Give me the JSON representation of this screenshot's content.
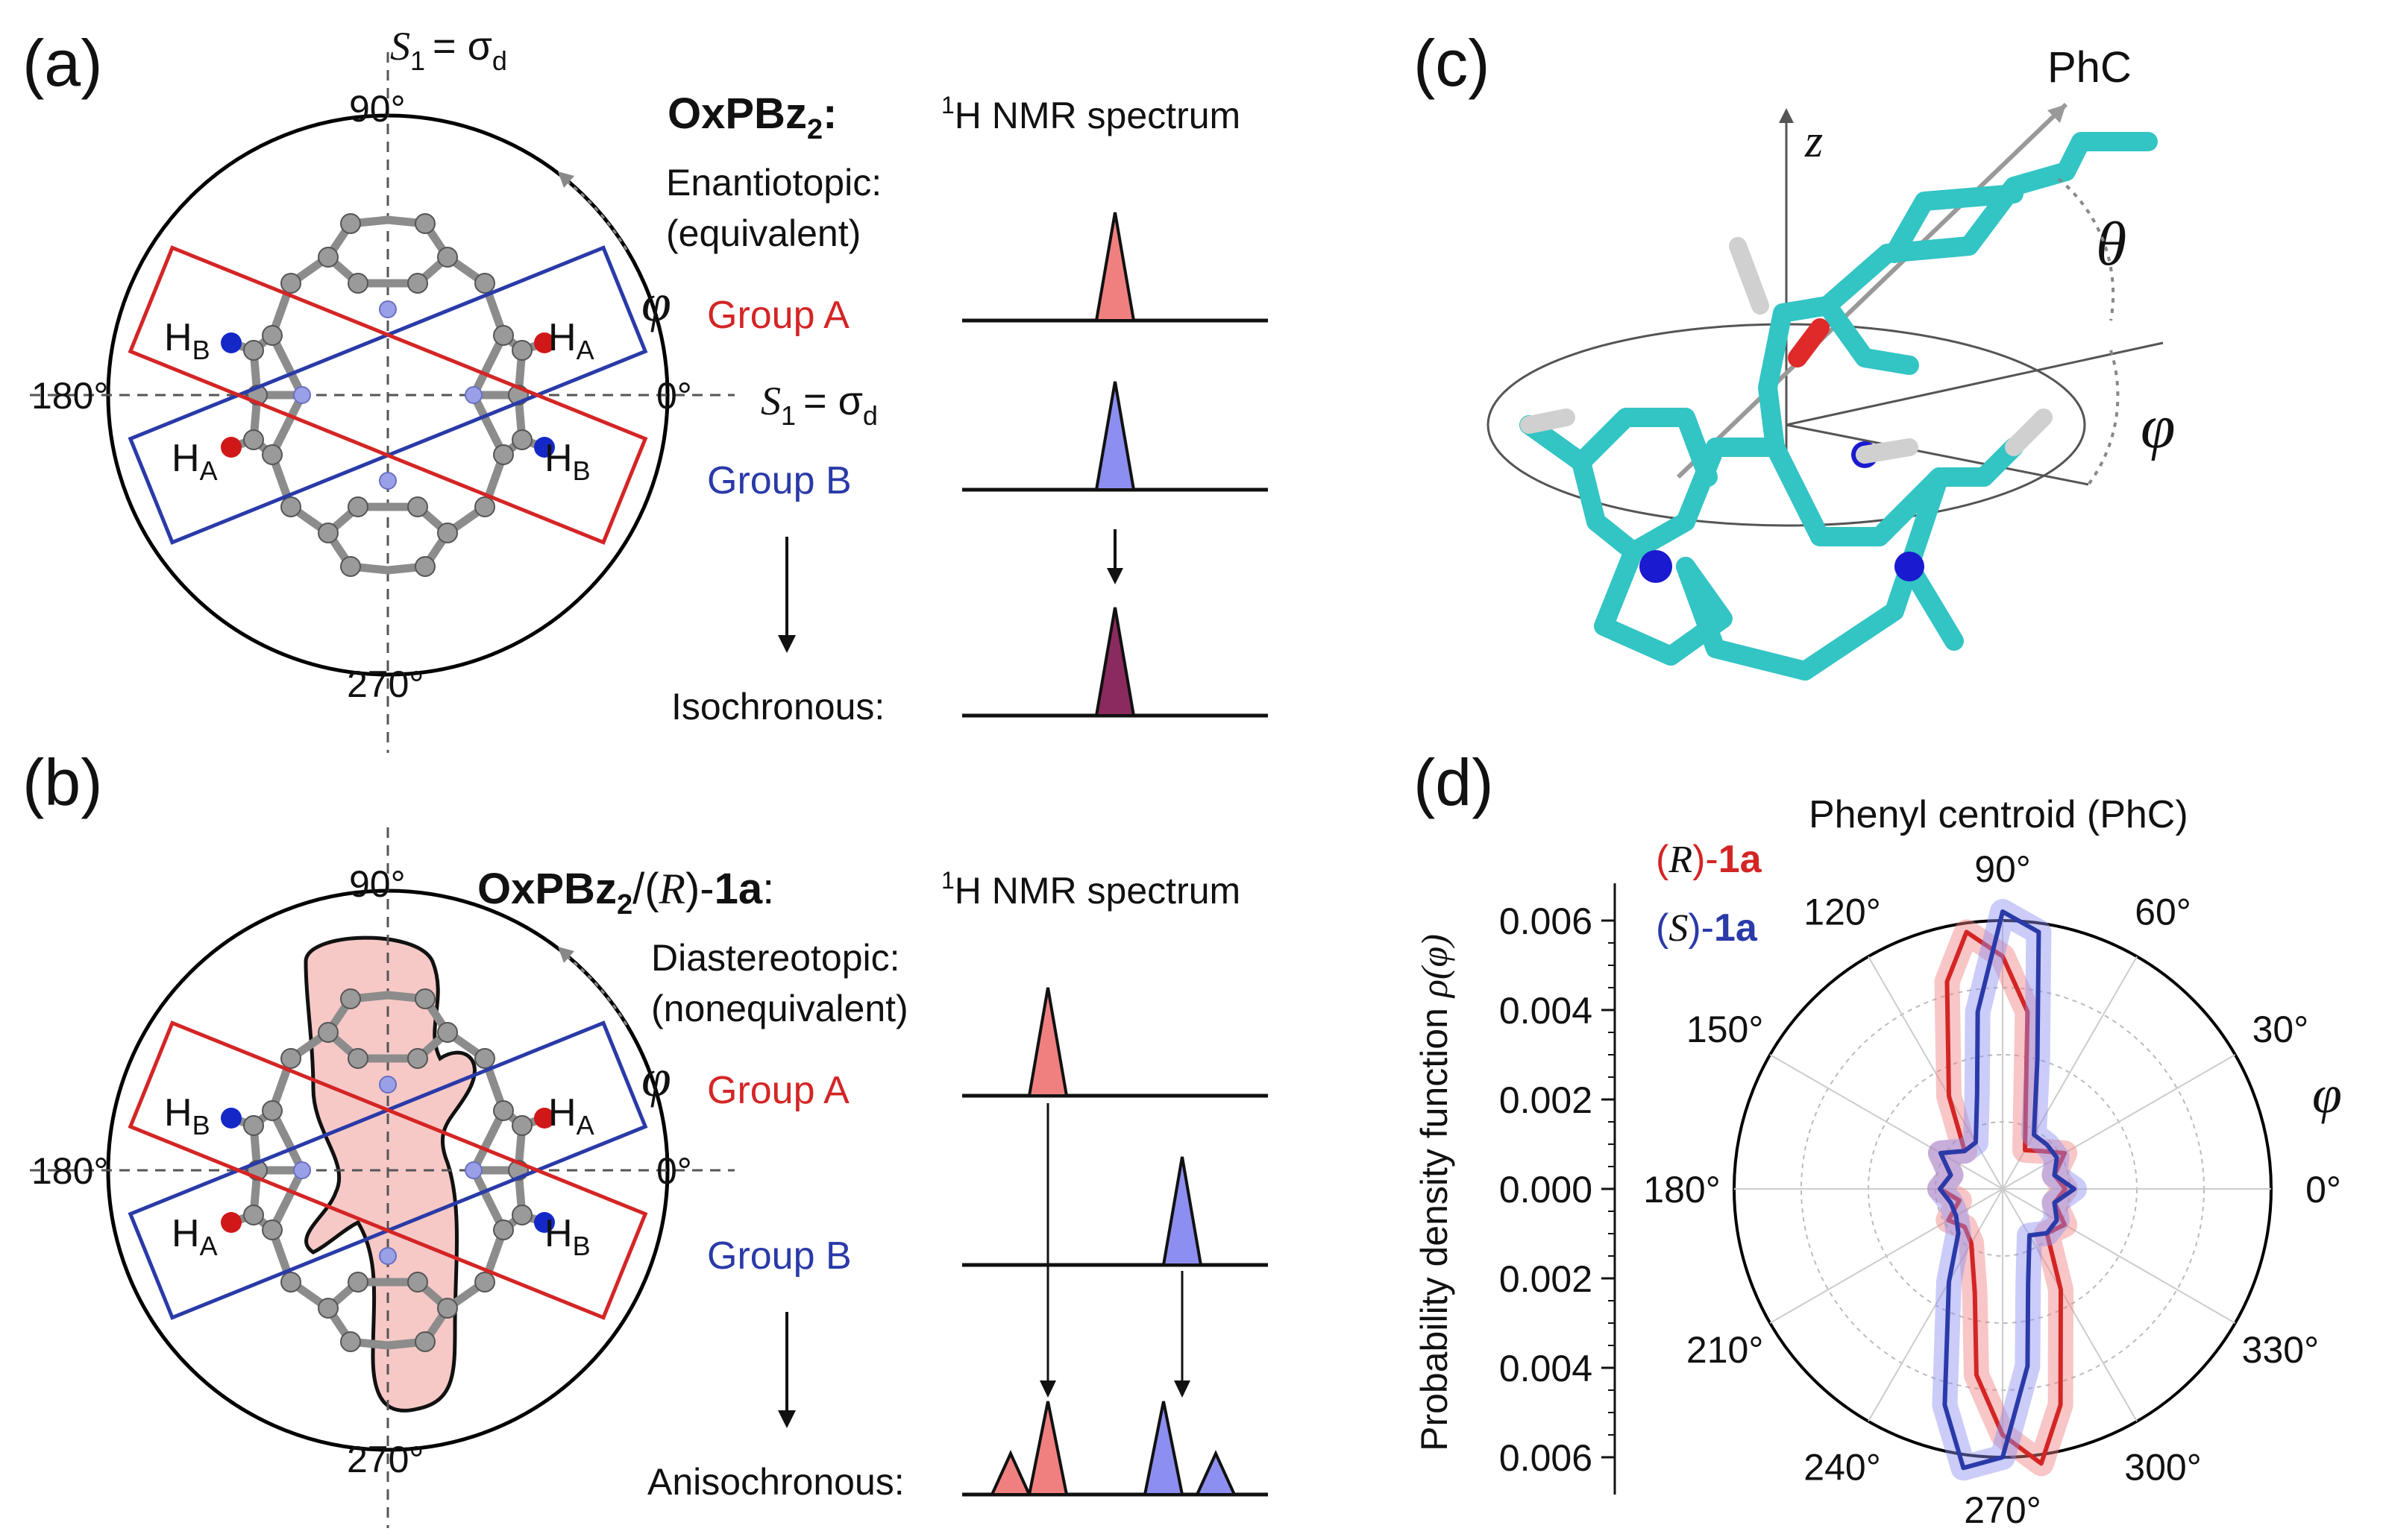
{
  "panels": {
    "a": {
      "label": "(a)",
      "title_bold": "OxPBz",
      "title_sub": "2",
      "title_colon": ":",
      "spectrum_sup": "1",
      "spectrum_text": "H NMR spectrum",
      "symmetry_top_s": "S",
      "symmetry_top_sub": "1",
      "symmetry_top_eq": "= σ",
      "symmetry_top_d": "d",
      "symmetry_right_s": "S",
      "symmetry_right_sub": "1",
      "symmetry_right_eq": "= σ",
      "symmetry_right_d": "d",
      "angle_90": "90°",
      "angle_180": "180°",
      "angle_0": "0°",
      "angle_270": "270°",
      "phi": "φ",
      "topicity_line1": "Enantiotopic:",
      "topicity_line2": "(equivalent)",
      "group_a": "Group A",
      "group_b": "Group B",
      "result": "Isochronous:",
      "h_a": "H",
      "h_a_sub": "A",
      "h_b": "H",
      "h_b_sub": "B"
    },
    "b": {
      "label": "(b)",
      "title_bold": "OxPBz",
      "title_sub": "2",
      "title_slash": "/(",
      "title_r": "R",
      "title_close": ")-",
      "title_1a": "1a",
      "title_colon": ":",
      "spectrum_sup": "1",
      "spectrum_text": "H NMR spectrum",
      "angle_90": "90°",
      "angle_180": "180°",
      "angle_0": "0°",
      "angle_270": "270°",
      "phi": "φ",
      "topicity_line1": "Diastereotopic:",
      "topicity_line2": "(nonequivalent)",
      "group_a": "Group A",
      "group_b": "Group B",
      "result": "Anisochronous:",
      "h_a": "H",
      "h_a_sub": "A",
      "h_b": "H",
      "h_b_sub": "B"
    },
    "c": {
      "label": "(c)",
      "phc": "PhC",
      "z": "z",
      "theta": "θ",
      "phi": "φ"
    },
    "d": {
      "label": "(d)",
      "title": "Phenyl centroid (PhC)",
      "ylabel": "Probability density function",
      "ylabel_symbol": "ρ(φ)",
      "legend_r_paren_open": "(",
      "legend_r_letter": "R",
      "legend_r_paren_close": ")-",
      "legend_r_num": "1a",
      "legend_s_paren_open": "(",
      "legend_s_letter": "S",
      "legend_s_paren_close": ")-",
      "legend_s_num": "1a",
      "phi": "φ"
    }
  },
  "colors": {
    "red": "#d42525",
    "blue": "#2a3aa8",
    "red_fill": "#f08080",
    "blue_fill": "#8c8ef0",
    "mixed_fill": "#8b2a5e",
    "pink_region": "#f6c9c6",
    "teal": "#33c4c4"
  },
  "chart_data": {
    "type": "polar",
    "title": "Phenyl centroid (PhC)",
    "angular_axis_labels": [
      "0°",
      "30°",
      "60°",
      "90°",
      "120°",
      "150°",
      "180°",
      "210°",
      "240°",
      "270°",
      "300°",
      "330°"
    ],
    "radial_axis": {
      "label": "Probability density function ρ(φ)",
      "ticks": [
        "0.006",
        "0.004",
        "0.002",
        "0.000",
        "0.002",
        "0.004",
        "0.006"
      ],
      "range": [
        0,
        0.006
      ]
    },
    "series": [
      {
        "name": "(R)-1a",
        "color": "#d42525",
        "phi_deg": [
          0,
          15,
          30,
          45,
          60,
          75,
          82,
          90,
          98,
          105,
          120,
          135,
          150,
          165,
          180,
          195,
          210,
          225,
          240,
          255,
          262,
          270,
          278,
          285,
          300,
          315,
          330,
          345
        ],
        "rho": [
          0.0014,
          0.0012,
          0.0016,
          0.0012,
          0.001,
          0.002,
          0.004,
          0.0052,
          0.0058,
          0.0048,
          0.0024,
          0.0012,
          0.0016,
          0.0012,
          0.0014,
          0.001,
          0.0014,
          0.0012,
          0.0014,
          0.0024,
          0.0042,
          0.0055,
          0.0062,
          0.005,
          0.0026,
          0.0014,
          0.0016,
          0.0012
        ]
      },
      {
        "name": "(S)-1a",
        "color": "#2a3aa8",
        "phi_deg": [
          0,
          15,
          30,
          45,
          60,
          75,
          82,
          90,
          98,
          105,
          120,
          135,
          150,
          165,
          180,
          195,
          210,
          225,
          240,
          255,
          262,
          270,
          278,
          285,
          300,
          315,
          330,
          345
        ],
        "rho": [
          0.0016,
          0.0012,
          0.0014,
          0.0014,
          0.0014,
          0.003,
          0.0058,
          0.0062,
          0.004,
          0.0022,
          0.0012,
          0.0012,
          0.0016,
          0.0012,
          0.0014,
          0.0012,
          0.0012,
          0.0014,
          0.0024,
          0.005,
          0.0063,
          0.006,
          0.004,
          0.0022,
          0.0012,
          0.0014,
          0.0014,
          0.0012
        ]
      }
    ]
  }
}
